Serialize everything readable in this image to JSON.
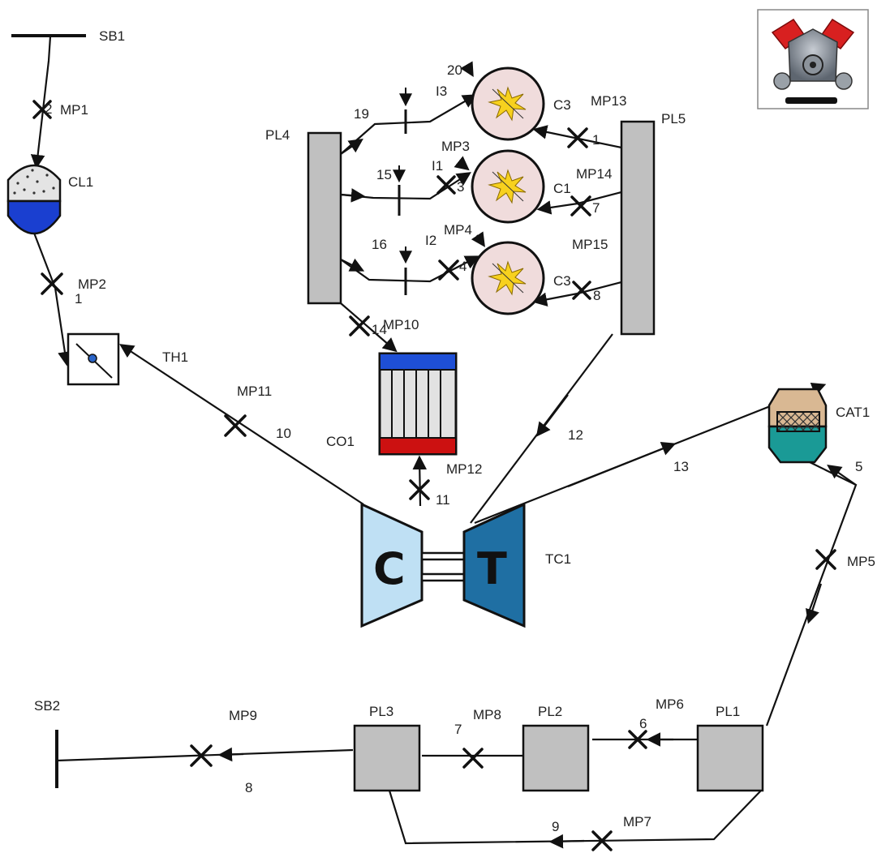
{
  "components": {
    "SB1": "SB1",
    "SB2": "SB2",
    "CL1": "CL1",
    "TH1": "TH1",
    "CO1": "CO1",
    "TC1": "TC1",
    "CAT1": "CAT1",
    "PL1": "PL1",
    "PL2": "PL2",
    "PL3": "PL3",
    "PL4": "PL4",
    "PL5": "PL5",
    "C1": "C1",
    "C2": "C3",
    "C3": "C3",
    "I1": "I1",
    "I2": "I2",
    "I3": "I3",
    "compressor_letter": "C",
    "turbine_letter": "T"
  },
  "measuring_points": {
    "MP1": "MP1",
    "MP2": "MP2",
    "MP3": "MP3",
    "MP4": "MP4",
    "MP5": "MP5",
    "MP6": "MP6",
    "MP7": "MP7",
    "MP8": "MP8",
    "MP9": "MP9",
    "MP10": "MP10",
    "MP11": "MP11",
    "MP12": "MP12",
    "MP13": "MP13",
    "MP14": "MP14",
    "MP15": "MP15"
  },
  "pipe_numbers": {
    "n1": "1",
    "n2": "2",
    "n3": "3",
    "n4": "4",
    "n5": "5",
    "n6": "6",
    "n7": "7",
    "n8": "8",
    "n9": "9",
    "n10": "10",
    "n11": "11",
    "n12": "12",
    "n13": "13",
    "n14": "14",
    "n15": "15",
    "n16": "16",
    "n17": "7",
    "n18": "8",
    "n19": "19",
    "n20": "20",
    "n21": "1"
  },
  "colors": {
    "pipe": "#111111",
    "plenum_fill": "#c0c0c0",
    "cylinder_fill": "#f0dcdc",
    "compressor_fill": "#bfe0f4",
    "turbine_fill": "#1f6fa3",
    "cooler_top": "#1e4fd6",
    "cooler_bottom": "#cc1111",
    "cooler_tubes": "#e2e2e2",
    "catalyst_top": "#d9b893",
    "catalyst_bottom": "#1a9a96",
    "air_cleaner_top": "#e4e4e4",
    "air_cleaner_bottom": "#1a3fd0",
    "spark": "#f7d11e"
  },
  "icons": {
    "engine_logo": "v-engine-icon",
    "throttle": "throttle-valve-icon",
    "injector": "injector-icon",
    "measuring_point": "measuring-point-icon"
  }
}
